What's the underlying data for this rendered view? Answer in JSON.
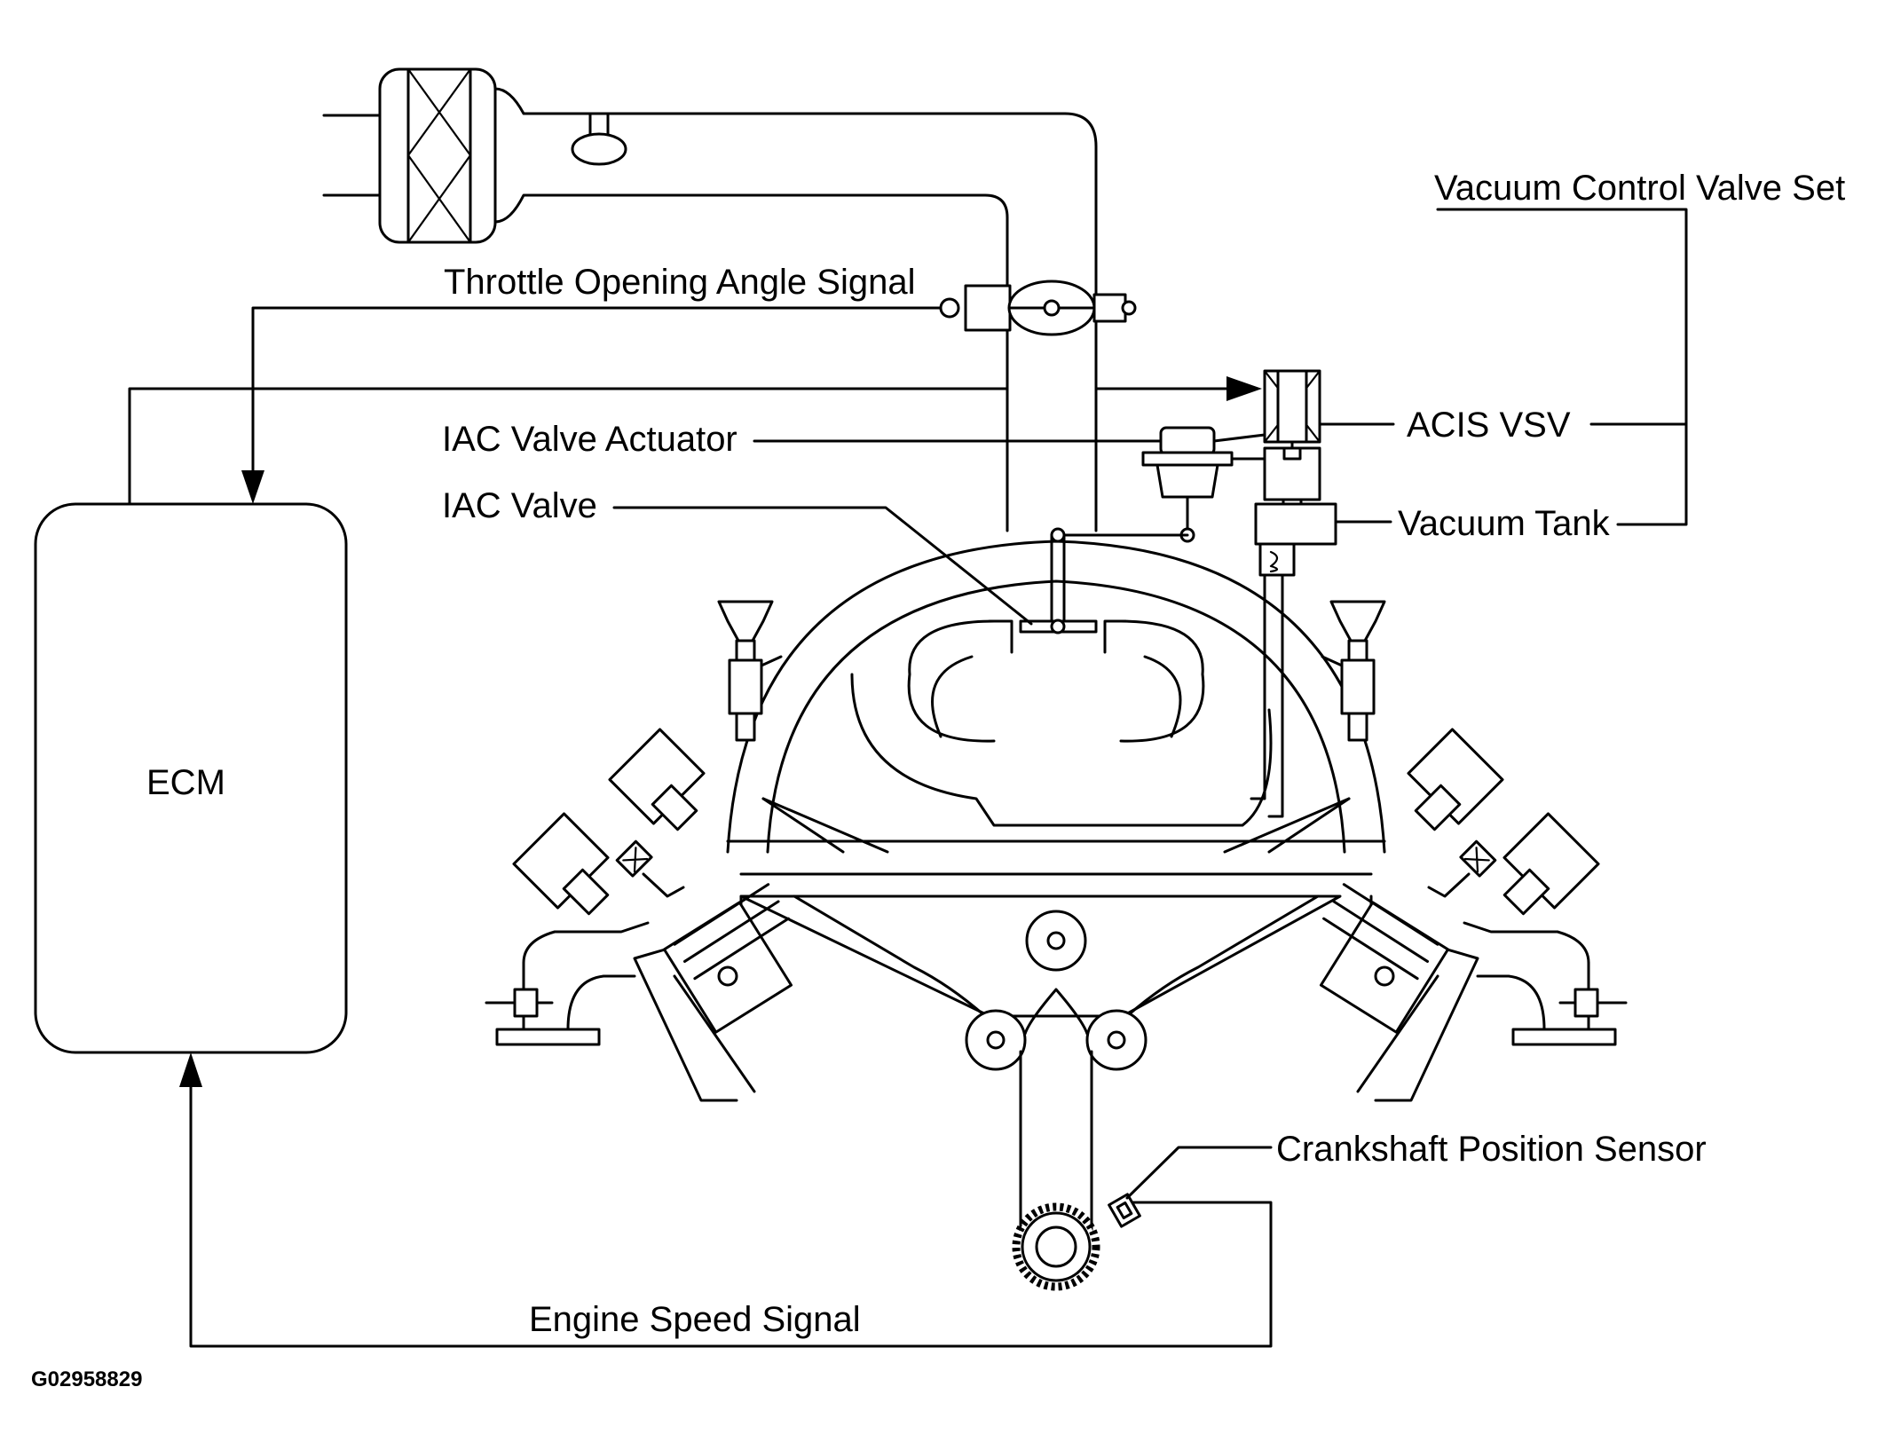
{
  "labels": {
    "vacuum_control_valve_set": "Vacuum Control Valve Set",
    "throttle_opening_angle_signal": "Throttle Opening Angle Signal",
    "iac_valve_actuator": "IAC Valve Actuator",
    "acis_vsv": "ACIS VSV",
    "iac_valve": "IAC Valve",
    "vacuum_tank": "Vacuum Tank",
    "ecm": "ECM",
    "crankshaft_position_sensor": "Crankshaft Position Sensor",
    "engine_speed_signal": "Engine Speed Signal"
  },
  "figure_code": "G02958829"
}
